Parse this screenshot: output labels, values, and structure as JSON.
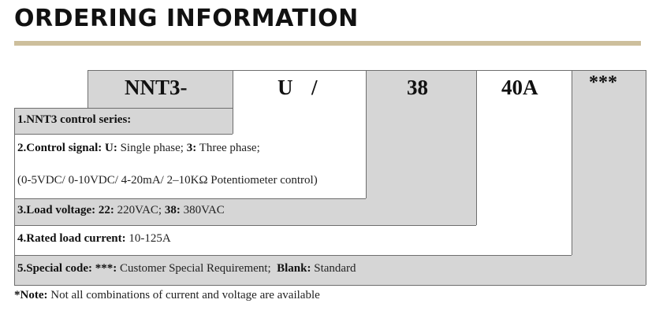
{
  "title": "ORDERING INFORMATION",
  "codes": {
    "series": "NNT3-",
    "signal": "U",
    "slash": "/",
    "voltage": "38",
    "current": "40A",
    "special": "***"
  },
  "rows": {
    "r1": {
      "label": "1.NNT3 control series:"
    },
    "r2": {
      "label": "2.Control signal:",
      "k1": "U:",
      "v1": "Single phase;",
      "k2": "3:",
      "v2": "Three phase;",
      "line2": "(0-5VDC/ 0-10VDC/ 4-20mA/ 2–10KΩ Potentiometer control)"
    },
    "r3": {
      "label": "3.Load voltage:",
      "k1": "22:",
      "v1": "220VAC;",
      "k2": "38:",
      "v2": "380VAC"
    },
    "r4": {
      "label": "4.Rated load current:",
      "v1": "10-125A"
    },
    "r5": {
      "label": "5.Special code:",
      "k1": "***:",
      "v1": "Customer Special Requirement;",
      "k2": "Blank:",
      "v2": "Standard"
    }
  },
  "note": {
    "label": "*Note:",
    "text": "Not all combinations of current and voltage are available"
  }
}
